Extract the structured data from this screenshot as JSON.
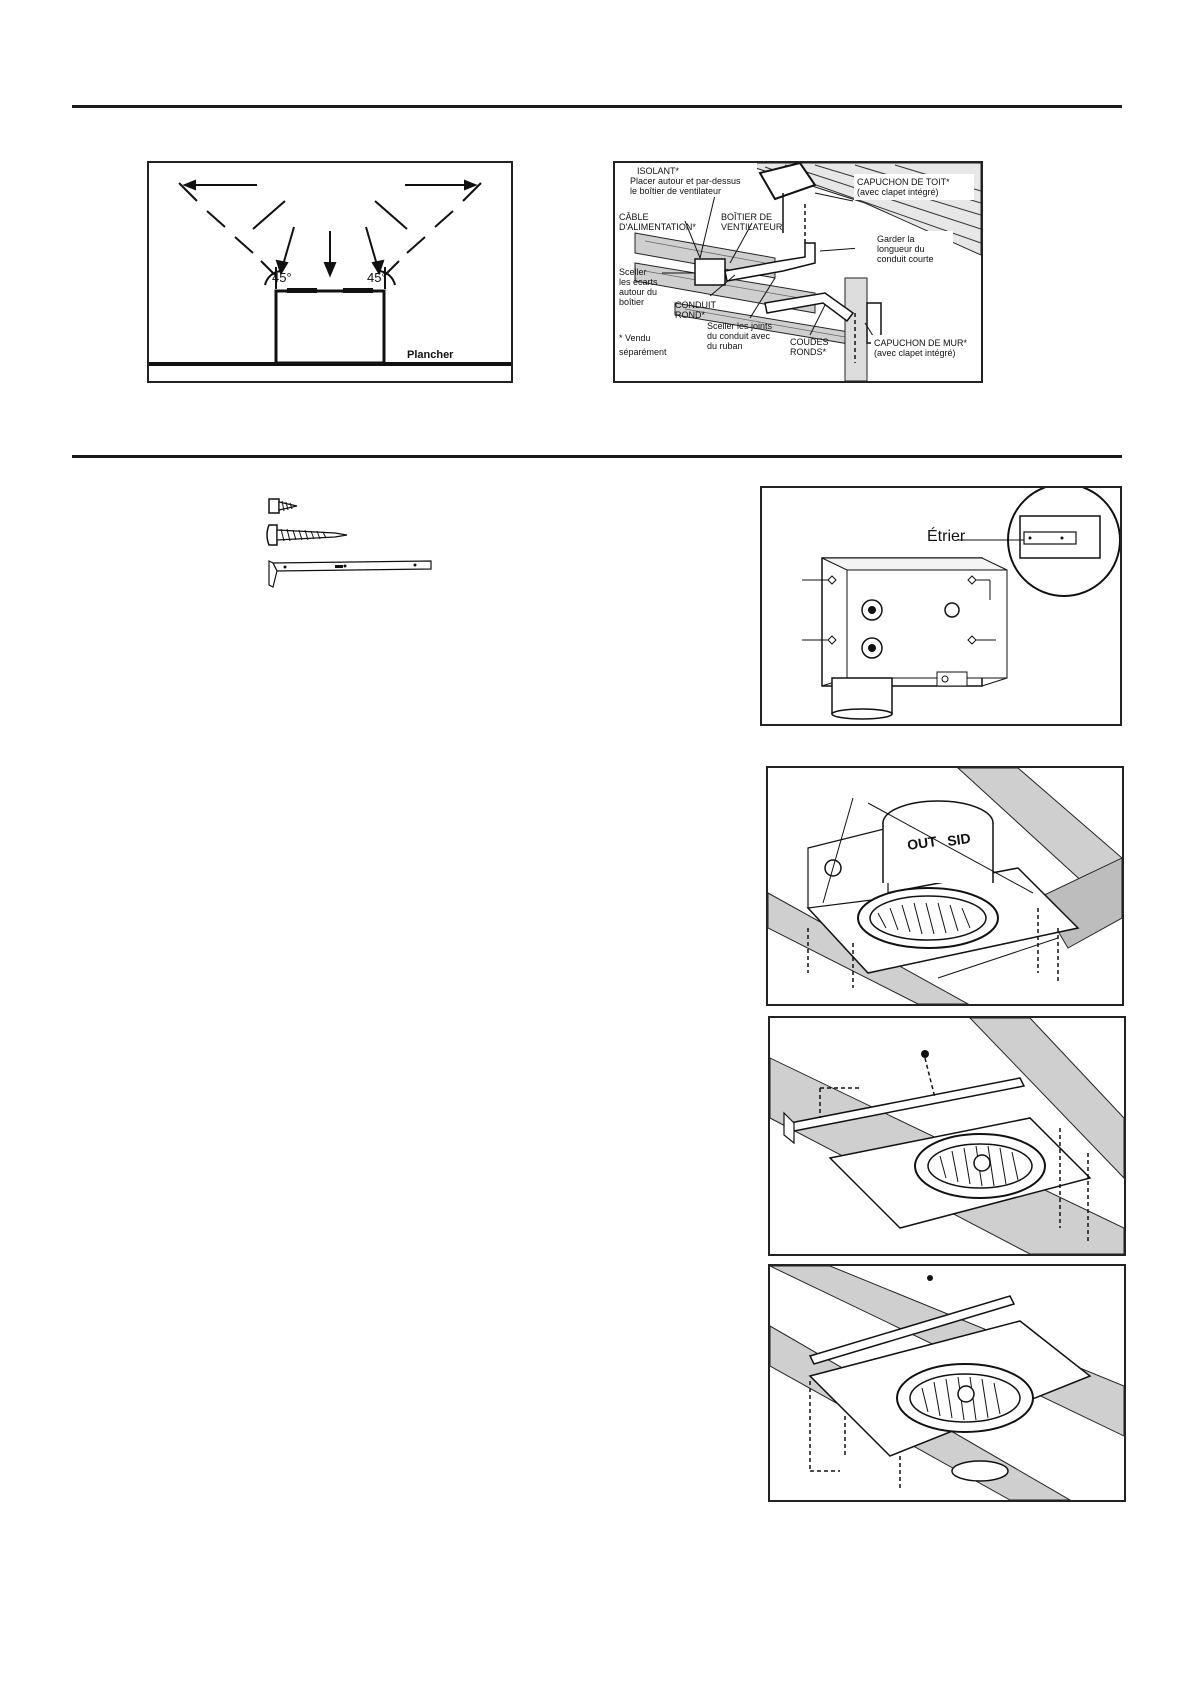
{
  "floor_diagram": {
    "angle_left": "45°",
    "angle_right": "45°",
    "floor_label": "Plancher"
  },
  "ducting_diagram": {
    "insulation_title": "ISOLANT*",
    "insulation_desc_1": "Placer autour et par-dessus",
    "insulation_desc_2": "le boîtier de ventilateur",
    "power_cable_1": "CÂBLE",
    "power_cable_2": "D'ALIMENTATION*",
    "fan_housing_1": "BOÎTIER DE",
    "fan_housing_2": "VENTILATEUR",
    "roof_cap_1": "CAPUCHON DE TOIT*",
    "roof_cap_2": "(avec clapet intégré)",
    "keep_short_1": "Garder la",
    "keep_short_2": "longueur du",
    "keep_short_3": "conduit courte",
    "seal_gaps_1": "Sceller",
    "seal_gaps_2": "les écarts",
    "seal_gaps_3": "autour du",
    "seal_gaps_4": "boîtier",
    "round_duct_1": "CONDUIT",
    "round_duct_2": "ROND*",
    "seal_joints_1": "Sceller les joints",
    "seal_joints_2": "du conduit avec",
    "seal_joints_3": "du ruban",
    "elbows_1": "COUDES",
    "elbows_2": "RONDS*",
    "wall_cap_1": "CAPUCHON DE MUR*",
    "wall_cap_2": "(avec clapet intégré)",
    "sold_sep_1": "* Vendu",
    "sold_sep_2": "séparément"
  },
  "housing_diagram": {
    "bracket_label": "Étrier"
  },
  "install_diagram_1": {
    "duct_text_1": "OUT",
    "duct_text_2": "SID"
  }
}
